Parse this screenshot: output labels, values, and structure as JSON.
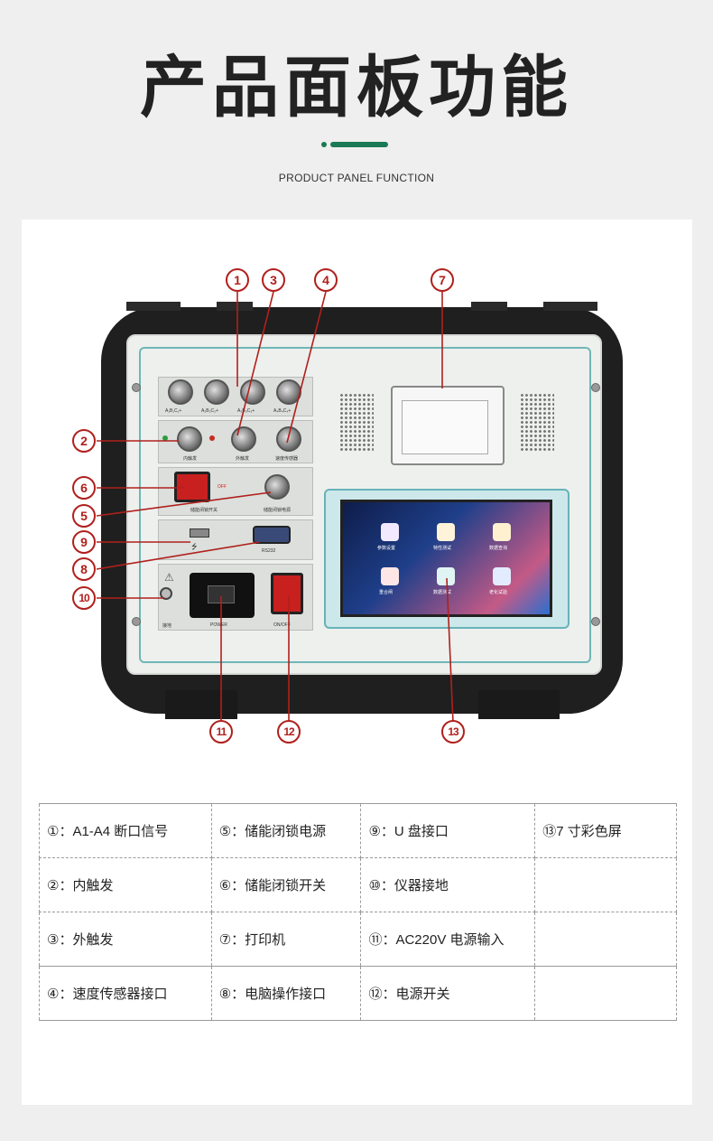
{
  "header": {
    "title": "产品面板功能",
    "subtitle": "PRODUCT PANEL FUNCTION",
    "accent_color": "#1a7a55"
  },
  "device": {
    "panel_labels": {
      "a_row": [
        "A₁B₁C₁+",
        "A₂B₂C₂+",
        "A₃B₃C₃+",
        "A₄B₄C₄+"
      ],
      "inner_trigger": "内触发",
      "outer_trigger": "外触发",
      "speed_sensor": "速度传感器",
      "storage_lock_switch": "储能闭锁开关",
      "storage_lock_power": "储能闭锁电源",
      "off": "OFF",
      "rs232": "RS232",
      "ground": "接地",
      "power": "POWER",
      "on_off": "ON/OFF"
    },
    "screen_apps": [
      {
        "label": "参数设置",
        "icon": "gear-icon"
      },
      {
        "label": "特性测试",
        "icon": "wrench-icon"
      },
      {
        "label": "数据查询",
        "icon": "folder-icon"
      },
      {
        "label": "重合闸",
        "icon": "cycle-icon"
      },
      {
        "label": "数据测试",
        "icon": "chart-icon"
      },
      {
        "label": "老化试验",
        "icon": "bolt-icon"
      }
    ],
    "callouts": [
      "1",
      "2",
      "3",
      "4",
      "5",
      "6",
      "7",
      "8",
      "9",
      "10",
      "11",
      "12",
      "13"
    ],
    "callout_color": "#b0201c"
  },
  "legend": {
    "rows": [
      [
        "①：A1-A4 断口信号",
        "⑤：储能闭锁电源",
        "⑨：U 盘接口",
        "⑬7 寸彩色屏"
      ],
      [
        "②：内触发",
        "⑥：储能闭锁开关",
        "⑩：仪器接地",
        ""
      ],
      [
        "③：外触发",
        "⑦：打印机",
        "⑪：AC220V  电源输入",
        ""
      ],
      [
        "④：速度传感器接口",
        "⑧：电脑操作接口",
        "⑫：电源开关",
        ""
      ]
    ]
  }
}
